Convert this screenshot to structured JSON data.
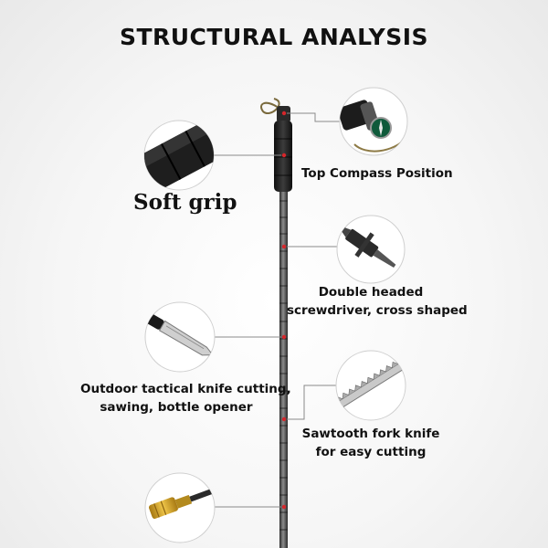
{
  "title": "STRUCTURAL ANALYSIS",
  "soft_grip": "Soft grip",
  "labels": {
    "compass": "Top Compass Position",
    "screwdriver_1": "Double headed",
    "screwdriver_2": "screwdriver, cross shaped",
    "knife_1": "Outdoor tactical knife cutting,",
    "knife_2": "sawing, bottle opener",
    "sawtooth_1": "Sawtooth fork knife",
    "sawtooth_2": "for easy cutting"
  },
  "colors": {
    "accent_dot": "#d6262b",
    "pole": "#3a3a3a",
    "grip": "#1d1d1d",
    "lead_line": "#8a8a8a"
  },
  "icons": [
    "compass-icon",
    "grip-icon",
    "screwdriver-icon",
    "knife-icon",
    "saw-knife-icon",
    "brass-tool-icon"
  ]
}
